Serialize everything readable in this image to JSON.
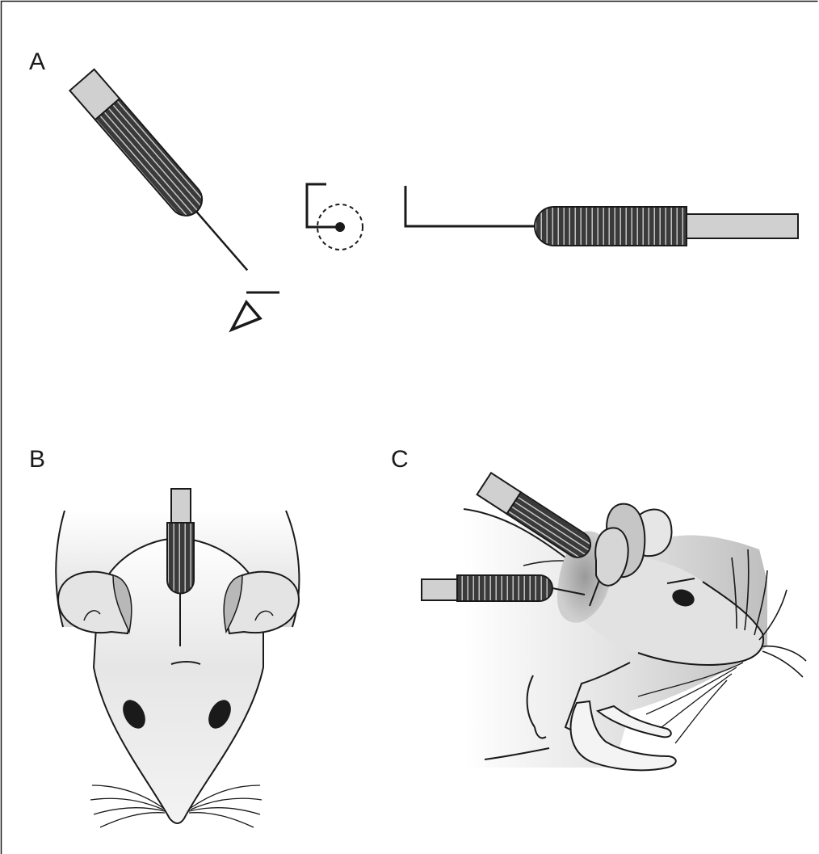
{
  "panels": {
    "a": {
      "label": "A"
    },
    "b": {
      "label": "B"
    },
    "c": {
      "label": "C"
    }
  },
  "colors": {
    "ink": "#1a1a1a",
    "handle_gray": "#d0d0d0",
    "grip_dark": "#3a3a3a",
    "grip_stripe": "#cfcfcf",
    "body_light": "#f2f2f2",
    "body_mid": "#c8c8c8",
    "ear_inner": "#bdbdbd"
  },
  "icons": [
    "electrode-icon",
    "electrode-tip-icon",
    "mouse-head-icon",
    "mouse-side-icon"
  ]
}
